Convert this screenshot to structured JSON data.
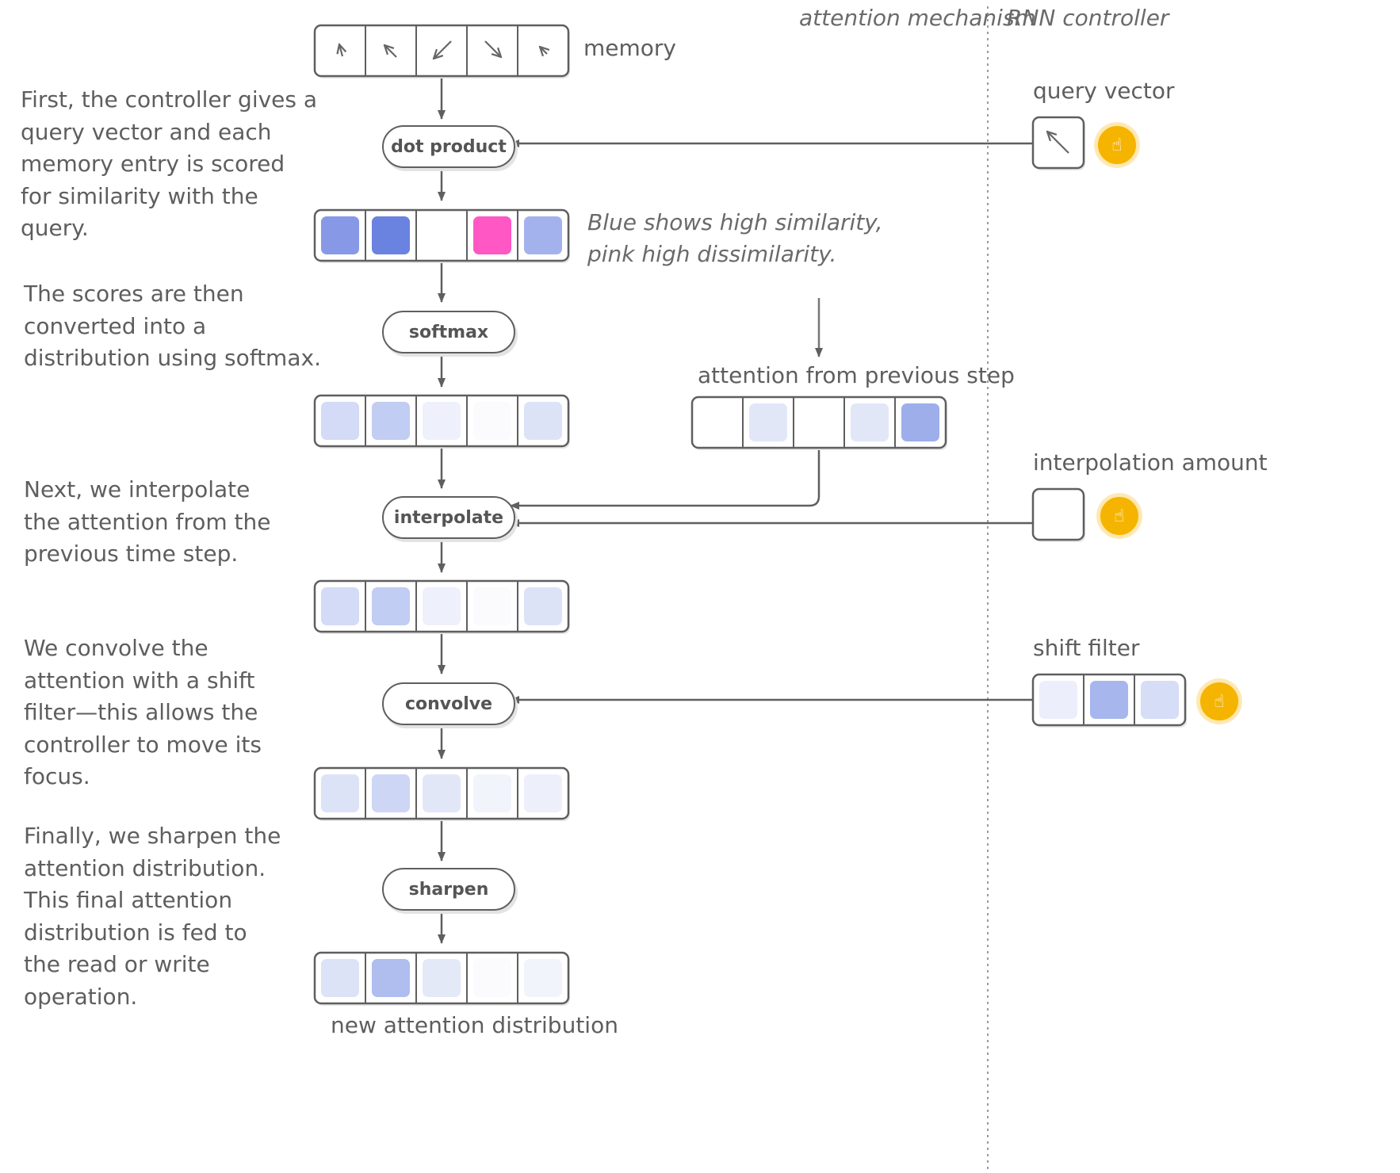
{
  "columns": {
    "attention_header": "attention mechanism",
    "controller_header": "RNN controller"
  },
  "labels": {
    "memory": "memory",
    "query_vector": "query vector",
    "attention_prev": "attention from previous step",
    "interpolation_amount": "interpolation amount",
    "shift_filter": "shift filter",
    "new_attention": "new attention distribution"
  },
  "operations": {
    "dot_product": "dot product",
    "softmax": "softmax",
    "interpolate": "interpolate",
    "convolve": "convolve",
    "sharpen": "sharpen"
  },
  "descriptions": {
    "step1": "First, the controller gives a query vector and each memory entry is scored for similarity with the query.",
    "step2": "The scores are then converted into a distribution using softmax.",
    "step3": "Next, we interpolate the attention from the previous time step.",
    "step4": "We convolve the attention with a shift filter—this allows the controller to move its focus.",
    "step5": "Finally, we sharpen the attention distribution. This final attention distribution is fed to the read or write operation."
  },
  "note": {
    "line1": "Blue shows high similarity,",
    "line2": "pink high dissimilarity."
  },
  "memory_arrows": [
    "↖ (short)",
    "↖",
    "↙",
    "↘",
    "↖ (short)"
  ],
  "memory_icons": [
    "arrow-up-left-short-icon",
    "arrow-up-left-icon",
    "arrow-down-left-icon",
    "arrow-down-right-icon",
    "arrow-up-left-short-icon"
  ],
  "query_icon": "arrow-up-left-icon",
  "knob_icon": "pointing-hand-icon",
  "vectors": {
    "scores": [
      "#8799e6",
      "#6a82e0",
      "#ffffff",
      "#ff57c4",
      "#a3b2ec"
    ],
    "softmax": [
      "#d3dbf6",
      "#c1cdf2",
      "#eef1fb",
      "#fbfbfe",
      "#dde3f7"
    ],
    "previous": [
      "#ffffff",
      "#e2e7f8",
      "#ffffff",
      "#e2e7f8",
      "#9eaeeb"
    ],
    "interpolated": [
      "#d3dbf6",
      "#c1cdf2",
      "#eef1fb",
      "#fbfbfe",
      "#dde3f7"
    ],
    "convolved": [
      "#dde3f7",
      "#cdd6f4",
      "#e2e7f8",
      "#f2f4fc",
      "#edf0fb"
    ],
    "sharpened": [
      "#dde3f7",
      "#afbdef",
      "#e4e9f8",
      "#fbfbfe",
      "#f2f4fc"
    ],
    "shift_filter": [
      "#eceffb",
      "#a7b6ed",
      "#d6ddf6"
    ]
  },
  "colors": {
    "high_similarity": "#6a82e0",
    "high_dissimilarity": "#ff57c4",
    "control_knob": "#f5b400"
  }
}
